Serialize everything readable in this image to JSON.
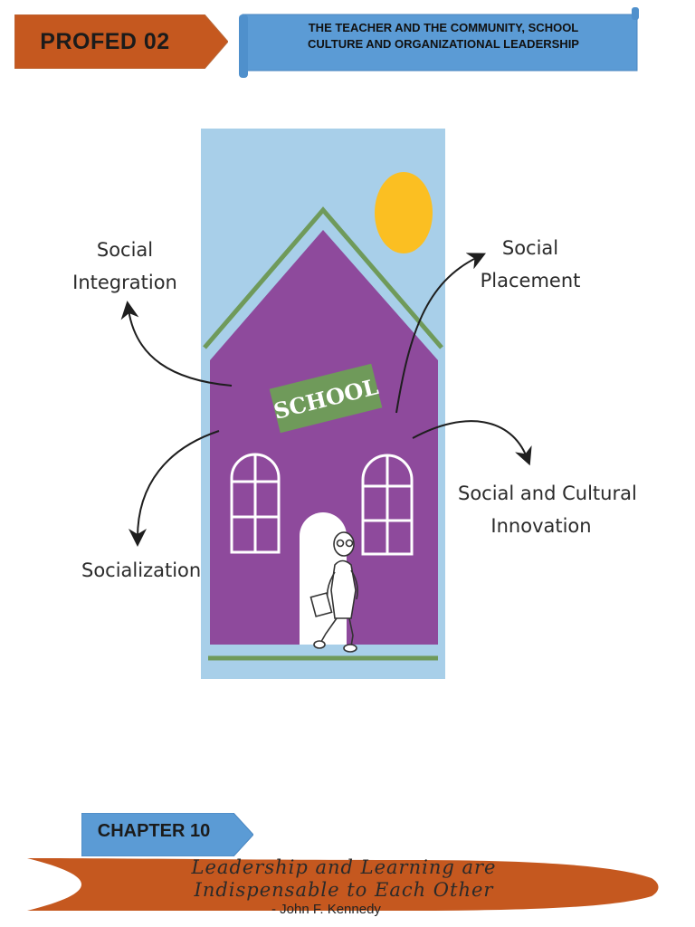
{
  "header": {
    "course_code": "PROFED 02",
    "title_line1": "THE TEACHER AND THE COMMUNITY, SCHOOL",
    "title_line2": "CULTURE AND ORGANIZATIONAL LEADERSHIP"
  },
  "diagram": {
    "sign_text": "SCHOOL",
    "labels": {
      "social_integration_1": "Social",
      "social_integration_2": "Integration",
      "social_placement_1": "Social",
      "social_placement_2": "Placement",
      "socialization": "Socialization",
      "innovation_1": "Social and Cultural",
      "innovation_2": "Innovation"
    }
  },
  "chapter": {
    "label": "CHAPTER 10",
    "quote_line1": "Leadership and Learning are",
    "quote_line2": "Indispensable to Each Other",
    "author": "-     John F. Kennedy"
  },
  "colors": {
    "orange": "#c5581f",
    "blue": "#5b9bd5",
    "sky": "#a8cfe9",
    "house": "#8e4a9c",
    "roof_line": "#6f9a5a",
    "sign": "#6f9a5a",
    "sun": "#fbbf22"
  }
}
